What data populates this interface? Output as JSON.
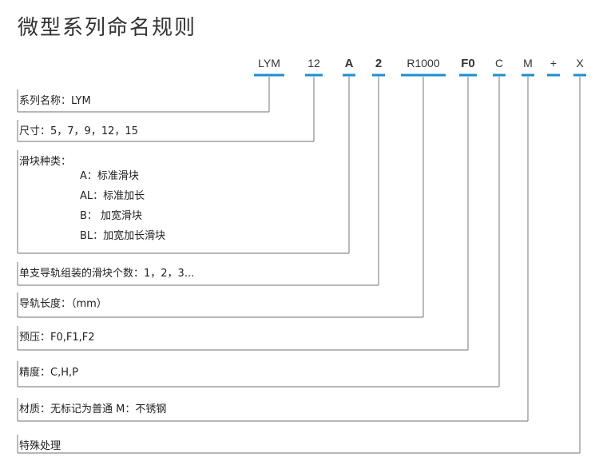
{
  "title": "微型系列命名规则",
  "colors": {
    "accent": "#1a8fd0",
    "line": "#8c8c8c",
    "text": "#222222"
  },
  "code_parts": [
    {
      "text": "LYM",
      "bold": false
    },
    {
      "text": "12",
      "bold": false
    },
    {
      "text": "A",
      "bold": true
    },
    {
      "text": "2",
      "bold": true
    },
    {
      "text": "R1000",
      "bold": false
    },
    {
      "text": "F0",
      "bold": true
    },
    {
      "text": "C",
      "bold": false
    },
    {
      "text": "M",
      "bold": false
    },
    {
      "text": "+",
      "bold": false,
      "separator": true
    },
    {
      "text": "X",
      "bold": false
    }
  ],
  "descriptions": [
    {
      "code_index": 0,
      "lines": [
        "系列名称：LYM"
      ]
    },
    {
      "code_index": 1,
      "lines": [
        "尺寸：5，7，9，12，15"
      ]
    },
    {
      "code_index": 2,
      "lines": [
        "滑块种类："
      ],
      "sub_lines": [
        "A：标准滑块",
        "AL：标准加长",
        "B： 加宽滑块",
        "BL：加宽加长滑块"
      ]
    },
    {
      "code_index": 3,
      "lines": [
        "单支导轨组装的滑块个数：1，2，3..."
      ]
    },
    {
      "code_index": 4,
      "lines": [
        "导轨长度：（mm）"
      ]
    },
    {
      "code_index": 5,
      "lines": [
        "预压：F0,F1,F2"
      ]
    },
    {
      "code_index": 6,
      "lines": [
        "精度：C,H,P"
      ]
    },
    {
      "code_index": 7,
      "lines": [
        "材质：无标记为普通  M：不锈钢"
      ]
    },
    {
      "code_index": 9,
      "lines": [
        "特殊处理"
      ]
    }
  ]
}
